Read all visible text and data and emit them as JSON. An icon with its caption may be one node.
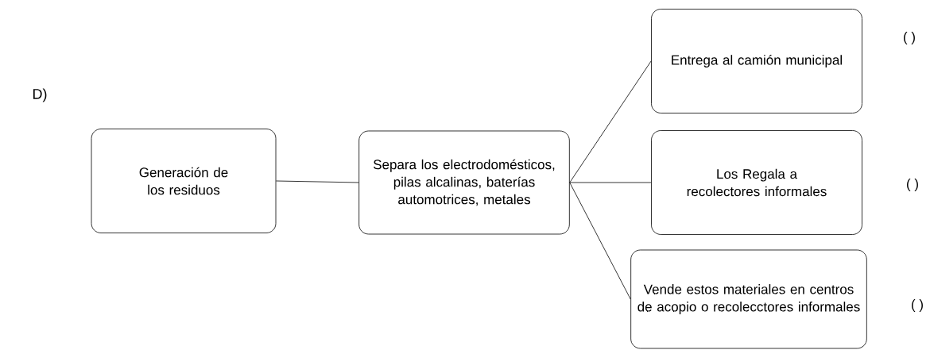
{
  "diagram": {
    "nodes": [
      {
        "text": [
          "Generación de los residuos"
        ]
      },
      {
        "text": [
          "Separa los electrodomésticos, pilas alcalinas, baterías automotrices, metales"
        ]
      },
      {
        "text": [
          "Entrega al camión municipal"
        ],
        "beside": [
          "(    )"
        ]
      },
      {
        "text": [
          "Los Regala a recolectores informales"
        ],
        "beside": [
          "(    )"
        ]
      },
      {
        "text": [
          "Vende estos materiales en centros de acopio o recolecctores informales"
        ],
        "beside": [
          "(    )"
        ]
      }
    ],
    "edges": [
      {
        "from": 0,
        "to": 1,
        "arrow": "none"
      },
      {
        "from": 1,
        "to": 2,
        "arrow": "none"
      },
      {
        "from": 1,
        "to": 3,
        "arrow": "none"
      },
      {
        "from": 1,
        "to": 4,
        "arrow": "none"
      }
    ],
    "labels": [
      "D)"
    ]
  }
}
